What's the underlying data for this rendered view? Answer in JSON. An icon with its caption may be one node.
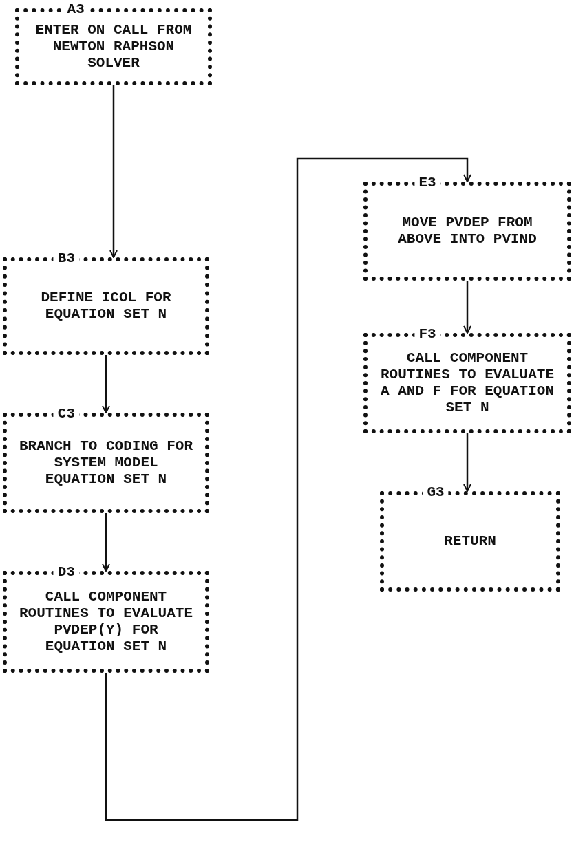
{
  "diagram": {
    "nodes": [
      {
        "text": [
          "A3",
          "ENTER ON CALL FROM NEWTON RAPHSON SOLVER"
        ]
      },
      {
        "text": [
          "B3",
          "DEFINE ICOL FOR EQUATION SET N"
        ]
      },
      {
        "text": [
          "C3",
          "BRANCH TO CODING FOR SYSTEM MODEL EQUATION SET N"
        ]
      },
      {
        "text": [
          "D3",
          "CALL COMPONENT ROUTINES TO EVALUATE PVDEP(Y) FOR EQUATION SET N"
        ]
      },
      {
        "text": [
          "E3",
          "MOVE PVDEP FROM ABOVE INTO PVIND"
        ]
      },
      {
        "text": [
          "F3",
          "CALL COMPONENT ROUTINES TO EVALUATE A AND F FOR EQUATION SET N"
        ]
      },
      {
        "text": [
          "G3",
          "RETURN"
        ]
      }
    ],
    "edges": [
      {
        "from": 0,
        "to": 1,
        "arrow": "to"
      },
      {
        "from": 1,
        "to": 2,
        "arrow": "to"
      },
      {
        "from": 2,
        "to": 3,
        "arrow": "to"
      },
      {
        "from": 3,
        "to": 4,
        "arrow": "to"
      },
      {
        "from": 4,
        "to": 5,
        "arrow": "to"
      },
      {
        "from": 5,
        "to": 6,
        "arrow": "to"
      }
    ]
  }
}
